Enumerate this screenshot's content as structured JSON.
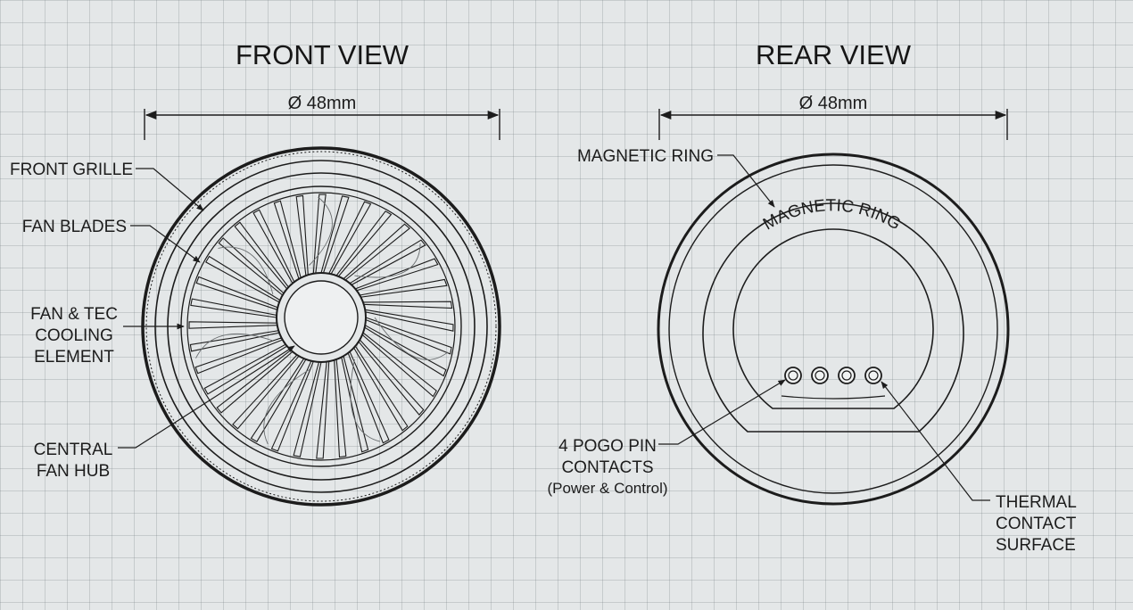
{
  "front_view": {
    "title": "FRONT VIEW",
    "diameter": "Ø 48mm",
    "labels": {
      "front_grille": "FRONT GRILLE",
      "fan_blades": "FAN BLADES",
      "fan_tec": [
        "FAN & TEC",
        "COOLING",
        "ELEMENT"
      ],
      "central_hub": [
        "CENTRAL",
        "FAN HUB"
      ]
    }
  },
  "rear_view": {
    "title": "REAR VIEW",
    "diameter": "Ø 48mm",
    "labels": {
      "magnetic_ring": "MAGNETIC RING",
      "ring_text": "MAGNETIC RING",
      "pogo": [
        "4 POGO PIN",
        "CONTACTS",
        "(Power & Control)"
      ],
      "thermal": [
        "THERMAL",
        "CONTACT",
        "SURFACE"
      ]
    },
    "pogo_pin_count": 4
  }
}
